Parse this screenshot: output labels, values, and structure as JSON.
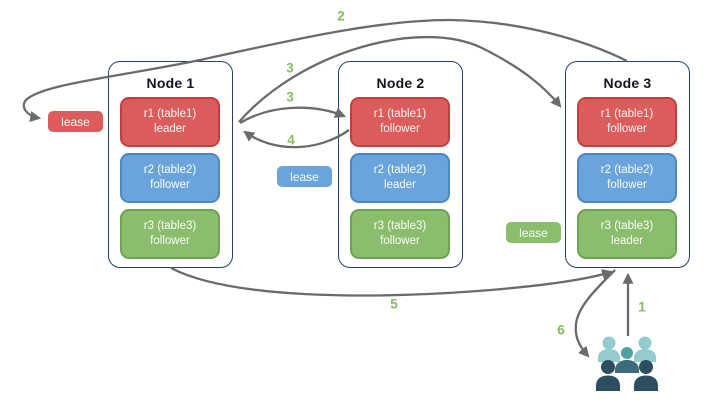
{
  "diagram": {
    "nodes": [
      {
        "title": "Node 1",
        "replicas": [
          {
            "label": "r1 (table1)",
            "role": "leader",
            "color": "red"
          },
          {
            "label": "r2 (table2)",
            "role": "follower",
            "color": "blue"
          },
          {
            "label": "r3 (table3)",
            "role": "follower",
            "color": "green"
          }
        ]
      },
      {
        "title": "Node 2",
        "replicas": [
          {
            "label": "r1 (table1)",
            "role": "follower",
            "color": "red"
          },
          {
            "label": "r2 (table2)",
            "role": "leader",
            "color": "blue"
          },
          {
            "label": "r3 (table3)",
            "role": "follower",
            "color": "green"
          }
        ]
      },
      {
        "title": "Node 3",
        "replicas": [
          {
            "label": "r1 (table1)",
            "role": "follower",
            "color": "red"
          },
          {
            "label": "r2 (table2)",
            "role": "follower",
            "color": "blue"
          },
          {
            "label": "r3 (table3)",
            "role": "leader",
            "color": "green"
          }
        ]
      }
    ],
    "leases": [
      {
        "label": "lease",
        "color": "#DC5B5B"
      },
      {
        "label": "lease",
        "color": "#6AA4DC"
      },
      {
        "label": "lease",
        "color": "#8BBE6C"
      }
    ],
    "steps": {
      "s1": "1",
      "s2": "2",
      "s3a": "3",
      "s3b": "3",
      "s4": "4",
      "s5": "5",
      "s6": "6"
    },
    "icons": [
      {
        "name": "users-group-icon"
      }
    ],
    "colors": {
      "red": "#DC5B5B",
      "blue": "#6AA4DC",
      "green": "#8BBE6C",
      "step_label": "#84BE5E",
      "arrow": "#6B6B6B",
      "node_border": "#25406B"
    }
  }
}
